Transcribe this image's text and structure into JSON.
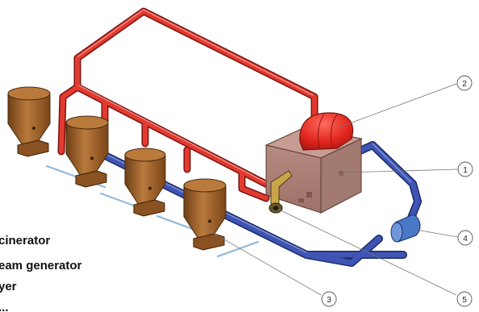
{
  "legend": [
    "cinerator",
    "eam generator",
    "yer",
    "..."
  ],
  "callouts": [
    "1",
    "2",
    "3",
    "4",
    "5"
  ],
  "colors": {
    "hot_pipe": "#e23a30",
    "hot_pipe_edge": "#7a1410",
    "cold_pipe": "#3f55b4",
    "cold_pipe_edge": "#1c2a66",
    "silo": "#a5652c",
    "silo_dark": "#6f3f16",
    "incinerator_box": "#b58a80",
    "steam_generator": "#e1261f",
    "blower": "#4a78c8"
  }
}
